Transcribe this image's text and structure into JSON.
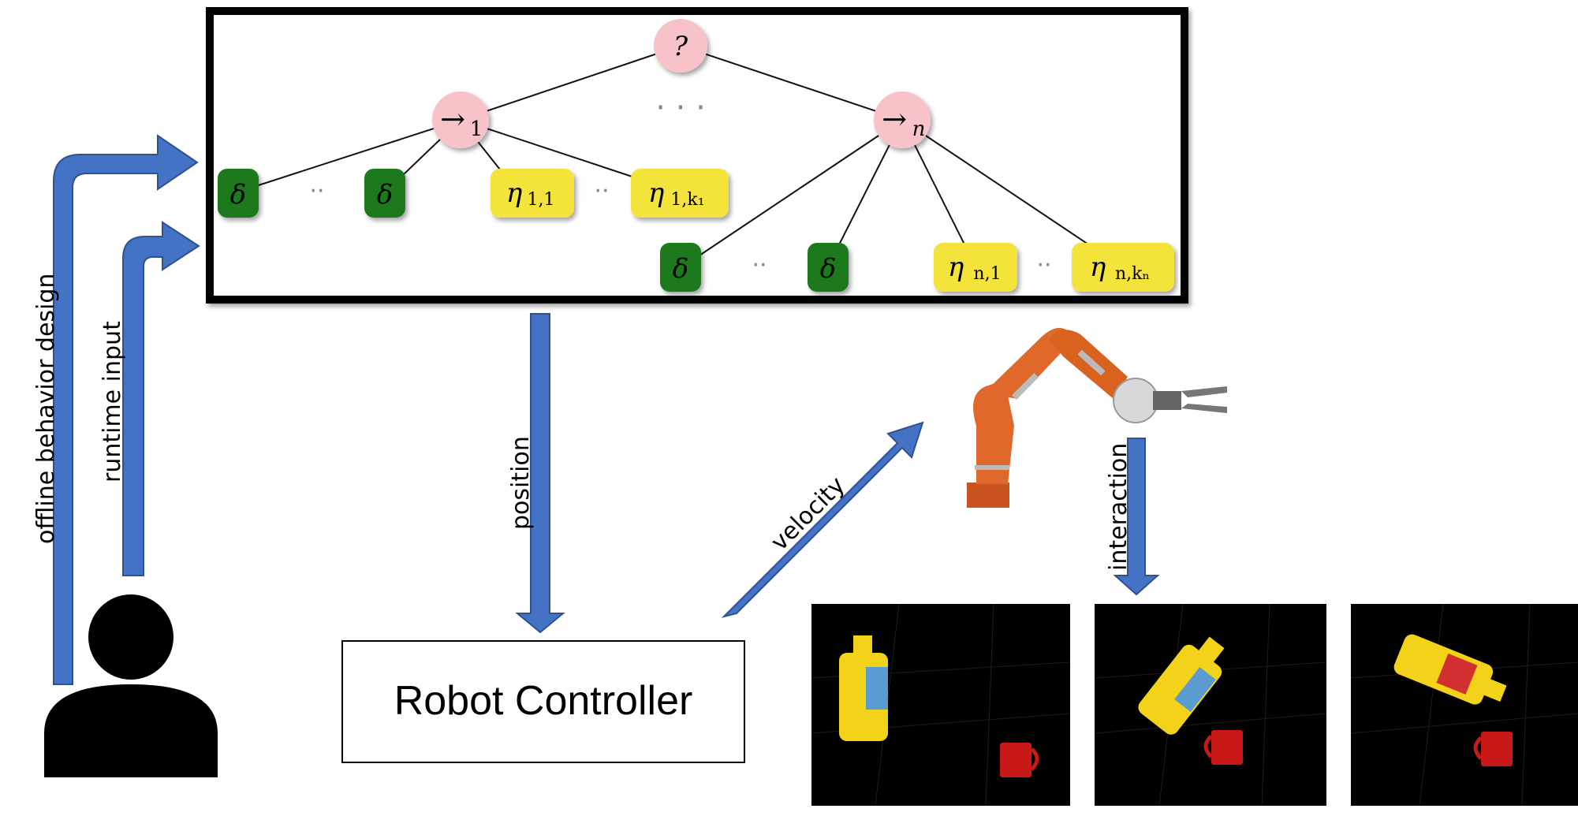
{
  "tree": {
    "root": "?",
    "seq_1": "→",
    "seq_1_sub": "1",
    "seq_n": "→",
    "seq_n_sub": "n",
    "ellipsis": "· · ·",
    "row1": [
      {
        "kind": "cond",
        "label": "δ"
      },
      {
        "kind": "dots",
        "label": "··"
      },
      {
        "kind": "cond",
        "label": "δ"
      },
      {
        "kind": "action",
        "label": "η",
        "sub": "1,1"
      },
      {
        "kind": "dots",
        "label": "··"
      },
      {
        "kind": "action",
        "label": "η",
        "sub": "1,k₁"
      }
    ],
    "row2": [
      {
        "kind": "cond",
        "label": "δ"
      },
      {
        "kind": "dots",
        "label": "··"
      },
      {
        "kind": "cond",
        "label": "δ"
      },
      {
        "kind": "action",
        "label": "η",
        "sub": "n,1"
      },
      {
        "kind": "dots",
        "label": "··"
      },
      {
        "kind": "action",
        "label": "η",
        "sub": "n,kₙ"
      }
    ]
  },
  "labels": {
    "offline": "offline behavior design",
    "runtime": "runtime input",
    "position": "position",
    "velocity": "velocity",
    "interaction": "interaction"
  },
  "controller": "Robot Controller",
  "colors": {
    "arrow": "#4472c4",
    "arrow_stroke": "#2f528f",
    "cond": "#1a7a1a",
    "action": "#f4e33a",
    "compose": "#f8c3c8",
    "robot": "#e0682a"
  },
  "icons": [
    "person-icon",
    "robot-arm-icon",
    "mustard-bottle-icon",
    "red-mug-icon"
  ]
}
